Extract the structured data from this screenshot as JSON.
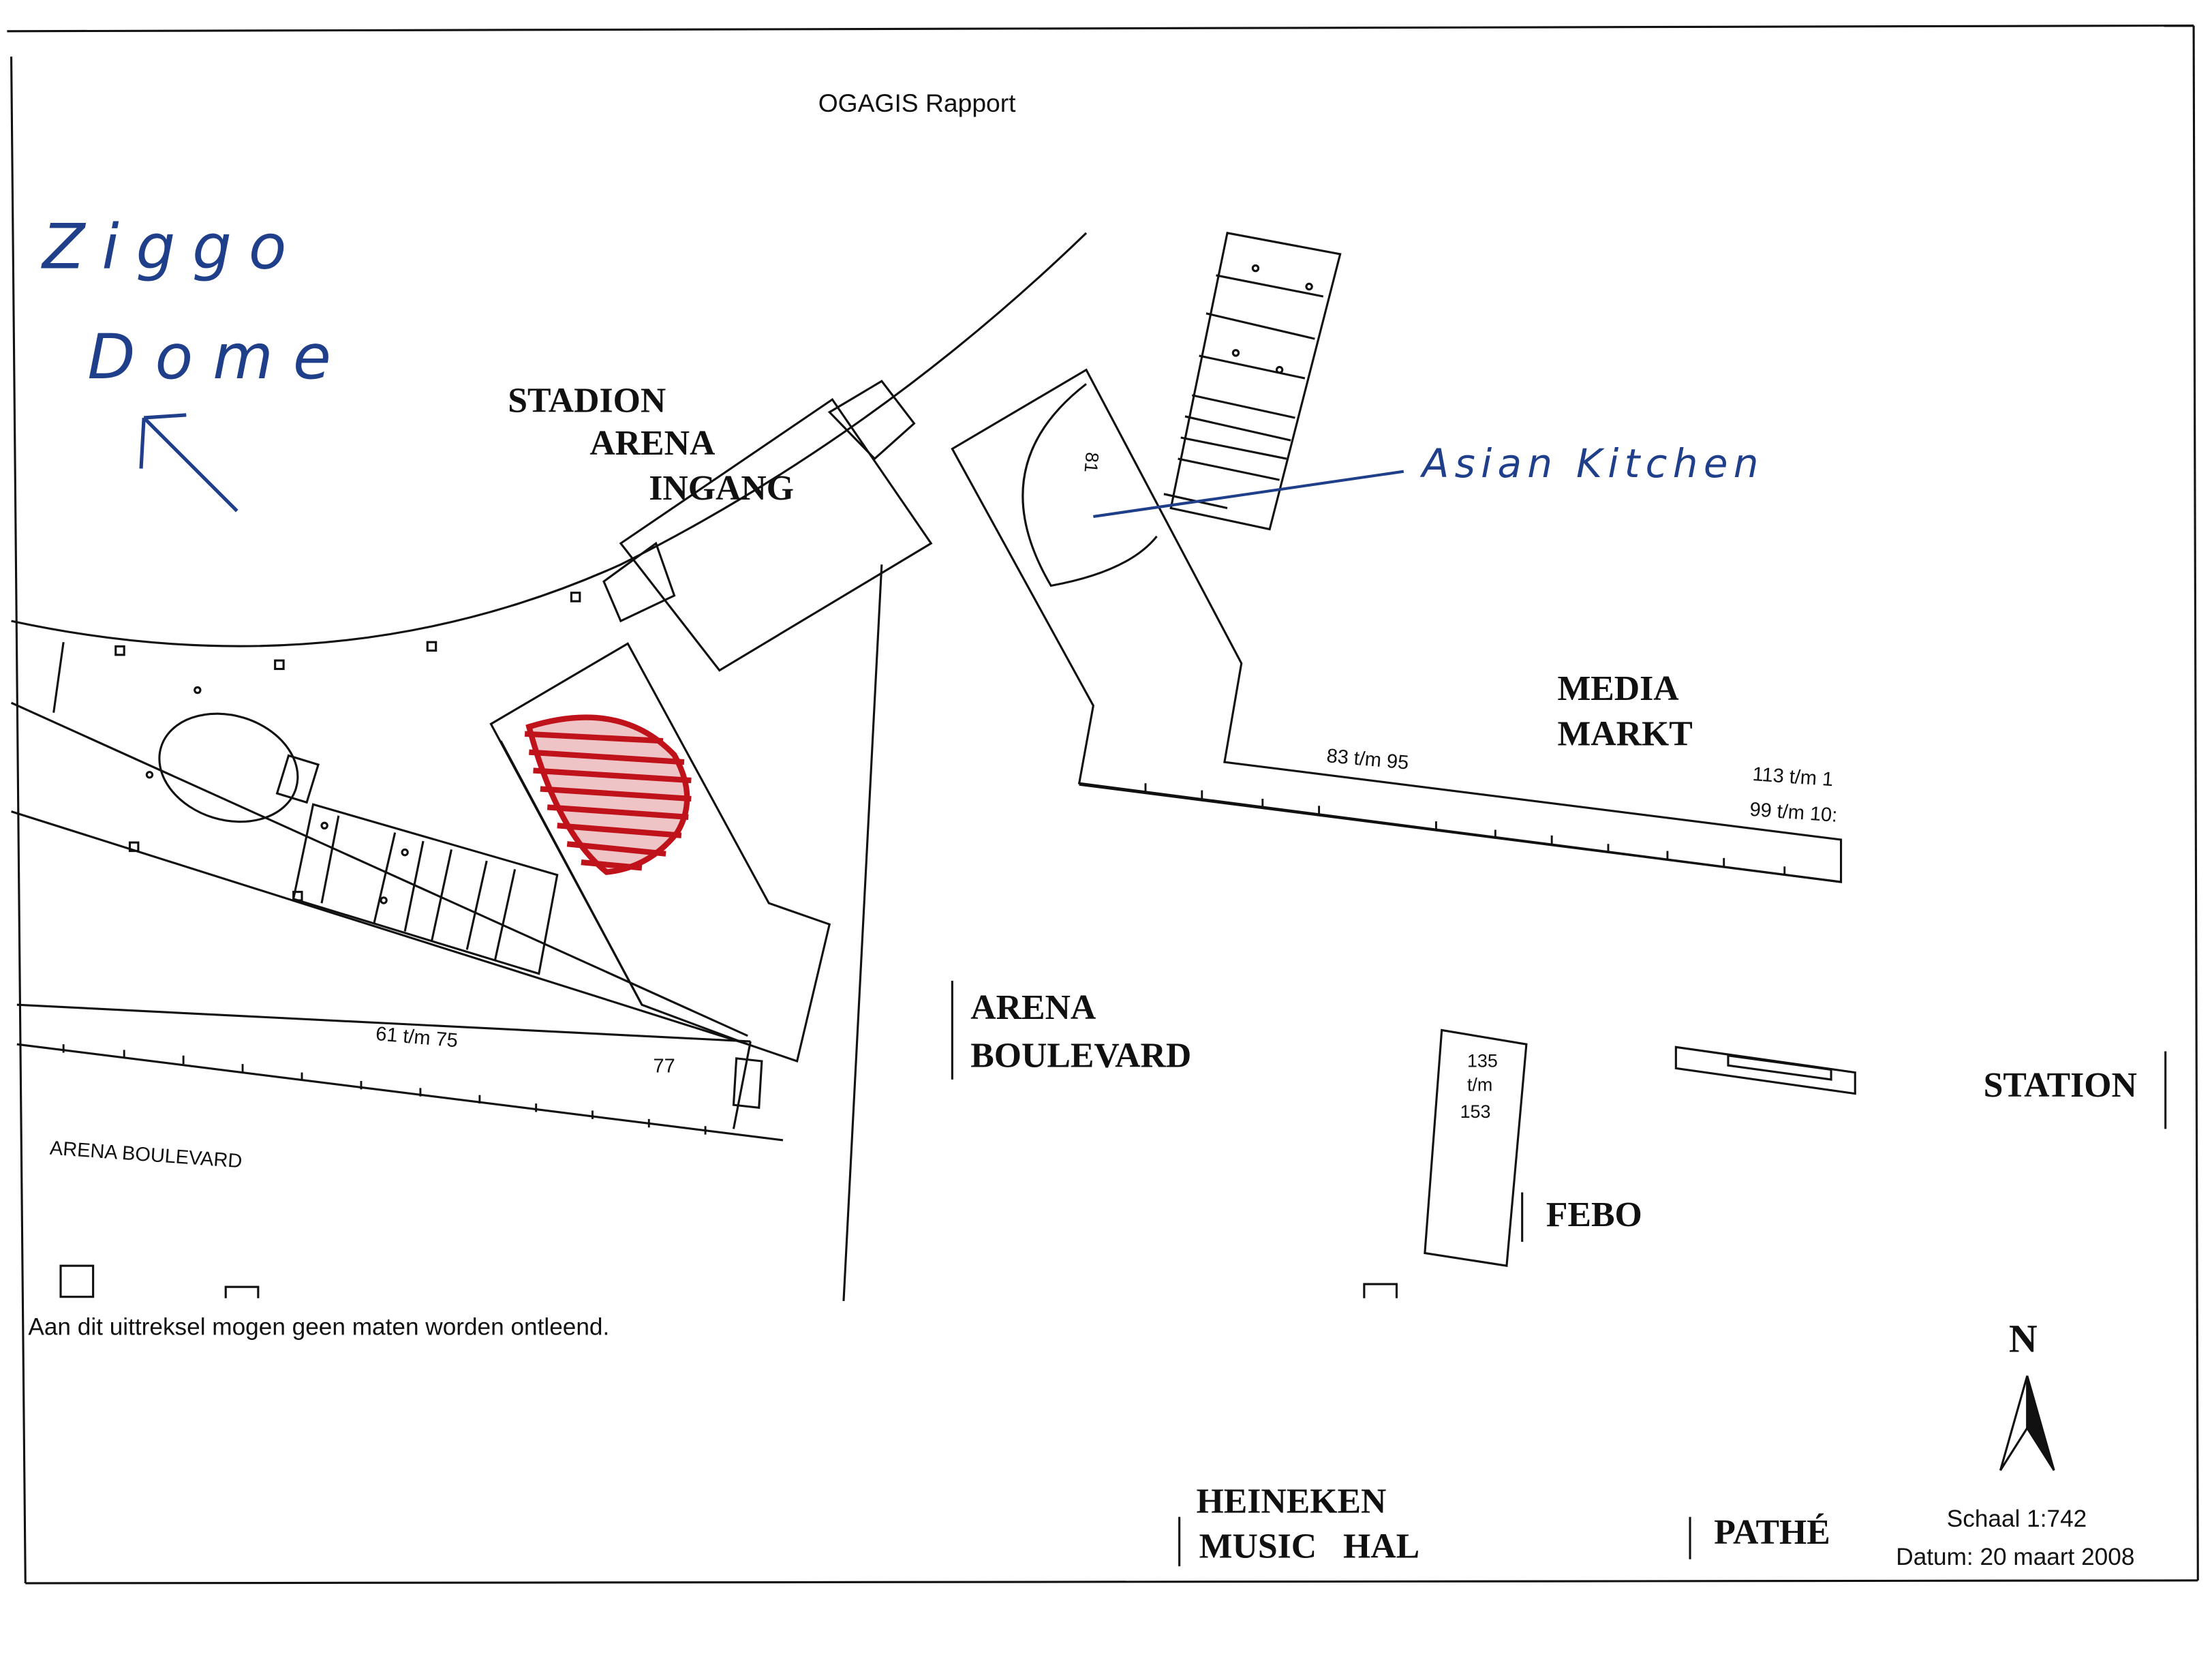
{
  "report": {
    "title": "OGAGIS Rapport",
    "disclaimer": "Aan dit uittreksel mogen geen maten worden ontleend.",
    "scale_label": "Schaal 1:742",
    "date_label": "Datum: 20 maart 2008",
    "north_label": "N"
  },
  "handwritten": {
    "ziggo_line1": "Ziggo",
    "ziggo_line2": "Dome",
    "asian_kitchen": "Asian Kitchen"
  },
  "places": {
    "stadion_line1": "STADION",
    "stadion_line2": "ARENA",
    "stadion_line3": "INGANG",
    "media_line1": "MEDIA",
    "media_line2": "MARKT",
    "arena_blvd_line1": "ARENA",
    "arena_blvd_line2": "BOULEVARD",
    "station": "STATION",
    "febo": "FEBO",
    "heineken_line1": "HEINEKEN",
    "heineken_line2": "MUSIC   HAL",
    "pathe": "PATHÉ",
    "street_arena_boulevard": "ARENA BOULEVARD"
  },
  "numbers": {
    "n_61_75": "61 t/m 75",
    "n_77": "77",
    "n_83_95": "83 t/m 95",
    "n_113": "113 t/m 1",
    "n_99": "99 t/m 10:",
    "n_81": "81",
    "n_135": "135",
    "n_tm": "t/m",
    "n_153": "153"
  },
  "colors": {
    "ink": "#111111",
    "handwriting_blue": "#1f3f8a",
    "highlight_red": "#c0121a"
  }
}
